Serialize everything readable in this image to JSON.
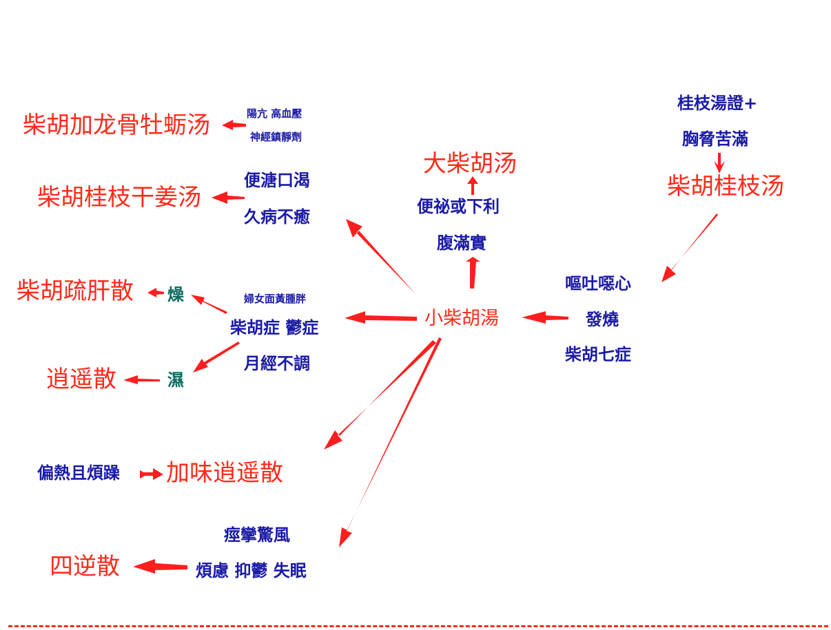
{
  "center": "小柴胡湯",
  "nodes": {
    "chaihu_longgu": "柴胡加龙骨牡蛎汤",
    "yangkang": "陽亢  高血壓",
    "shenjing": "神經鎮靜劑",
    "chaihu_guizhi_ganjiang": "柴胡桂枝干姜汤",
    "biantang": "便溏口渴",
    "jiubing": "久病不癒",
    "chaihu_shugan": "柴胡疏肝散",
    "zao": "燥",
    "fu_nv": "婦女面黃腫胖",
    "chaihu_zheng": "柴胡症 鬱症",
    "yuejing": "月經不調",
    "shi": "濕",
    "xiaoyao": "逍遥散",
    "pianre": "偏熱且煩躁",
    "jiawei_xiaoyao": "加味逍遥散",
    "jingluan": "痙攣驚風",
    "fanlv": "煩慮 抑鬱 失眠",
    "sini": "四逆散",
    "da_chaihu": "大柴胡汤",
    "bianmi": "便祕或下利",
    "fuman": "腹滿實",
    "guizhi_zheng": "桂枝湯證+",
    "xiongxie": "胸脅苦滿",
    "chaihu_guizhi": "柴胡桂枝汤",
    "outu": "嘔吐噁心",
    "fashao": "發燒",
    "qizheng": "柴胡七症"
  },
  "colors": {
    "formula": "#ff2a1a",
    "symptom": "#1a1aa6",
    "modifier": "#0b6a5e",
    "arrow": "#ff1e1e"
  }
}
